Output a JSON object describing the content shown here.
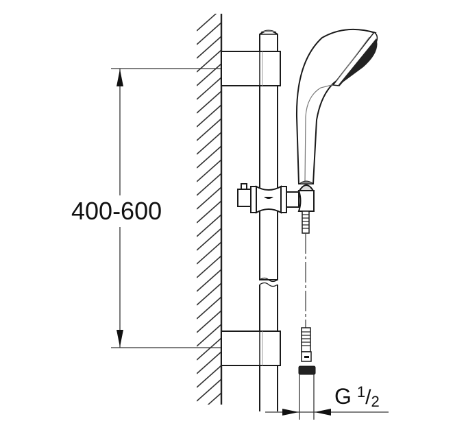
{
  "diagram": {
    "subject": "Shower rail set technical drawing",
    "colors": {
      "line": "#1a1a1a",
      "background": "#ffffff"
    },
    "dimensions": {
      "bracket_spacing": {
        "label": "400-600"
      },
      "connection_thread": {
        "prefix": "G",
        "numerator": "1",
        "slash": "/",
        "denominator": "2"
      }
    },
    "components": [
      "wall",
      "shower-rail",
      "top-wall-bracket",
      "bottom-wall-bracket",
      "sliding-holder",
      "hand-shower",
      "shower-hose",
      "hose-connector"
    ]
  }
}
